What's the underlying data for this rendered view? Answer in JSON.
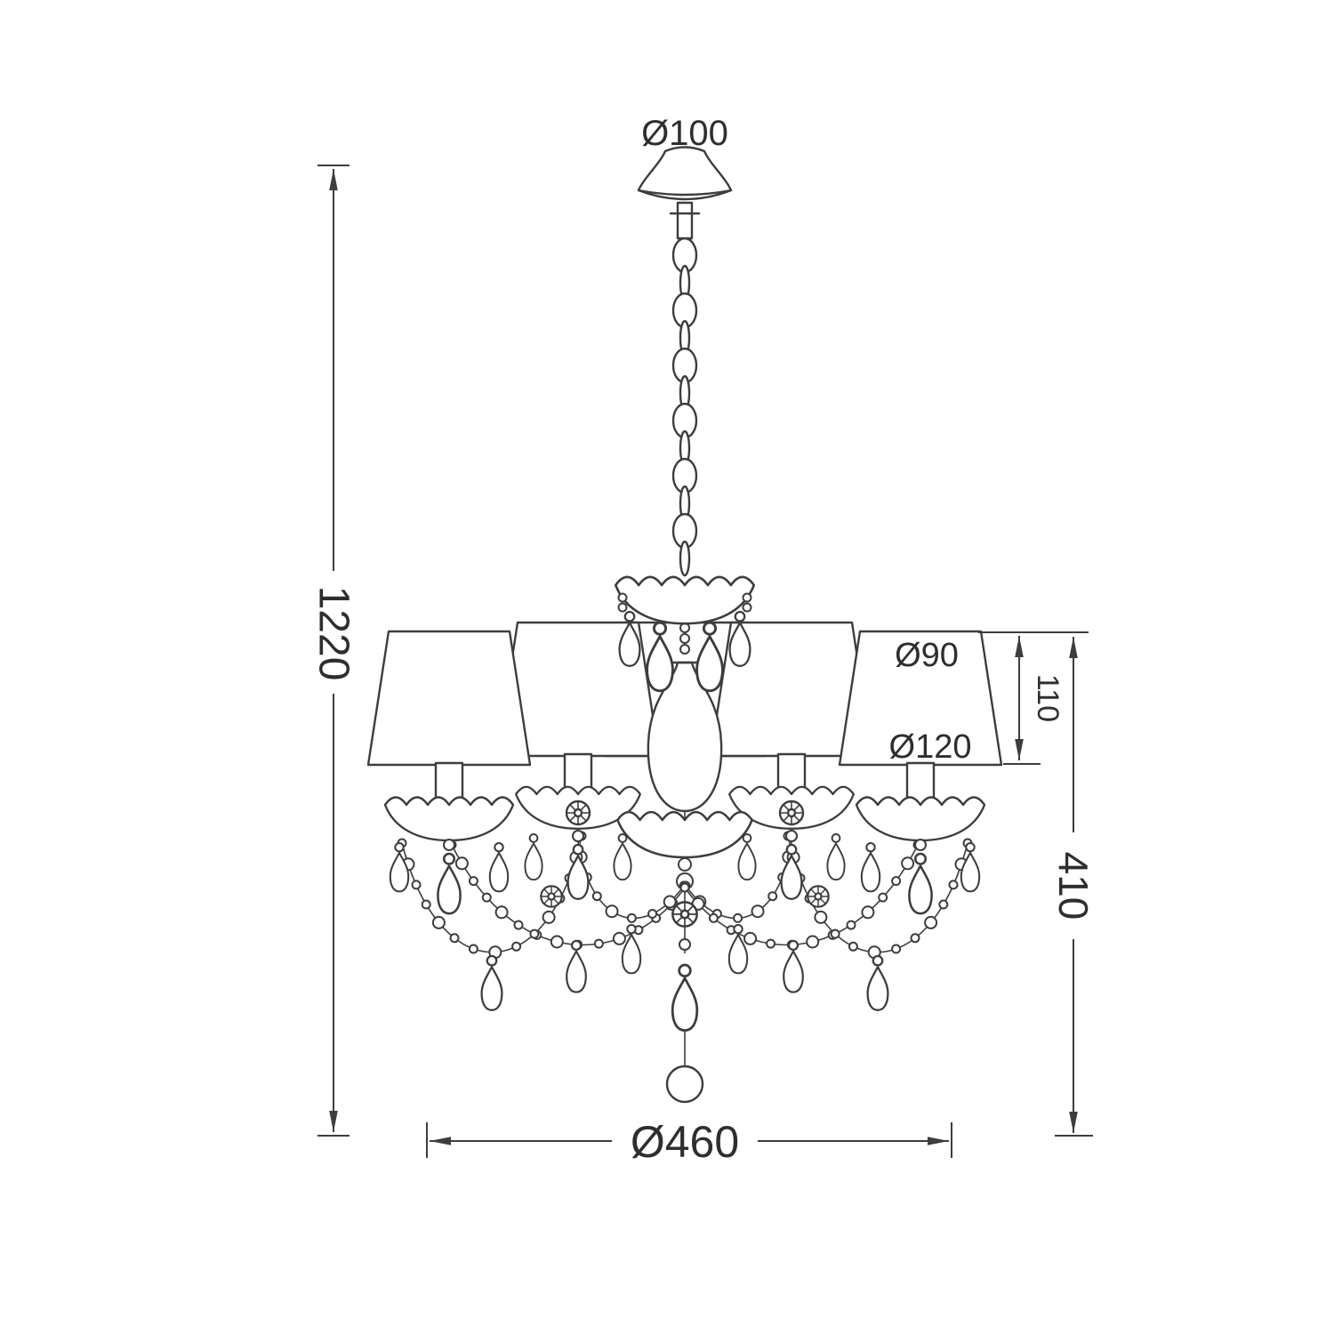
{
  "diagram": {
    "subject": "chandelier technical dimension drawing",
    "style": "black line art on white background",
    "line_color": "#3d3d3d",
    "labels": {
      "canopy_diameter": "Ø100",
      "overall_height": "1220",
      "shade_top_diameter": "Ø90",
      "shade_height": "110",
      "shade_bottom_diameter": "Ø120",
      "body_height": "410",
      "body_diameter": "Ø460"
    },
    "features": {
      "lights_count": 5,
      "parts": [
        "ceiling canopy",
        "hanging chain",
        "crown with crystal drops",
        "trapezoid fabric shades",
        "candle sleeves",
        "scalloped bobeches",
        "beaded arms and swags",
        "teardrop crystals",
        "rosettes",
        "ball finial"
      ]
    }
  }
}
